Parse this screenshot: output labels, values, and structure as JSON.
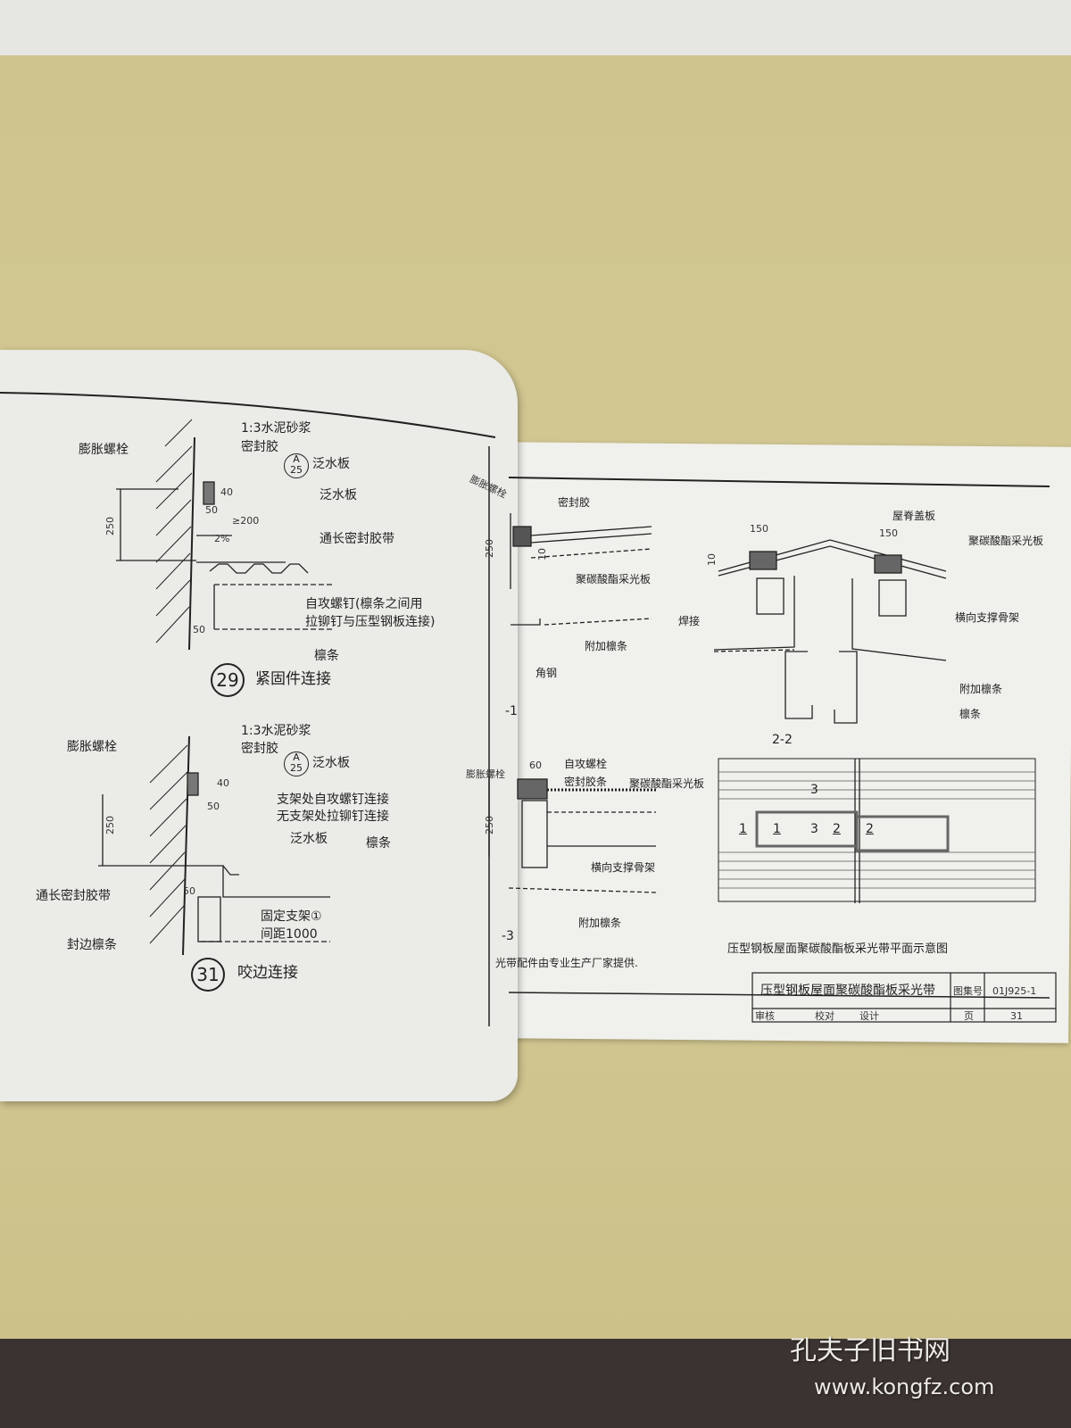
{
  "colors": {
    "board": "#d2c692",
    "page": "#f0f0ec",
    "ink": "#222222",
    "floor": "#3b3331"
  },
  "left_page": {
    "detail29": {
      "labels": [
        "膨胀螺栓",
        "1:3水泥砂浆",
        "密封胶",
        "泛水板",
        "泛水板",
        "通长密封胶带",
        "自攻螺钉(檩条之间用",
        "拉铆钉与压型钢板连接)",
        "檩条"
      ],
      "ref_top": "A",
      "ref_bottom": "25",
      "dims": [
        "40",
        "250",
        "50",
        "≥200",
        "2%",
        "50"
      ],
      "number": "29",
      "title": "紧固件连接"
    },
    "detail31": {
      "labels": [
        "膨胀螺栓",
        "1:3水泥砂浆",
        "密封胶",
        "泛水板",
        "支架处自攻螺钉连接",
        "无支架处拉铆钉连接",
        "泛水板",
        "檩条",
        "通长密封胶带",
        "固定支架①",
        "间距1000",
        "封边檩条"
      ],
      "ref_top": "A",
      "ref_bottom": "25",
      "dims": [
        "40",
        "250",
        "50",
        "50"
      ],
      "number": "31",
      "title": "咬边连接"
    }
  },
  "right_page": {
    "section1": {
      "labels": [
        "膨胀螺栓",
        "密封胶",
        "聚碳酸酯采光板",
        "附加檩条",
        "角钢"
      ],
      "dims": [
        "250",
        "10"
      ],
      "name": "-1"
    },
    "section2": {
      "labels": [
        "屋脊盖板",
        "聚碳酸酯采光板",
        "焊接",
        "横向支撑骨架",
        "附加檩条",
        "檩条"
      ],
      "dims": [
        "150",
        "150",
        "10"
      ],
      "name": "2-2"
    },
    "section3": {
      "labels": [
        "自攻螺栓",
        "膨胀螺栓",
        "密封胶条",
        "聚碳酸酯采光板",
        "横向支撑骨架",
        "附加檩条"
      ],
      "dims": [
        "60",
        "250"
      ],
      "name": "-3"
    },
    "note": "光带配件由专业生产厂家提供.",
    "plan": {
      "marks": [
        "3",
        "1",
        "1",
        "3",
        "2",
        "2"
      ],
      "caption": "压型钢板屋面聚碳酸酯板采光带平面示意图"
    },
    "title_block": {
      "title": "压型钢板屋面聚碳酸酯板采光带",
      "atlas_label": "图集号",
      "atlas_no": "01J925-1",
      "review": "审核",
      "check": "校对",
      "design": "设计",
      "page_label": "页",
      "page_no": "31"
    }
  },
  "watermark": {
    "name": "孔夫子旧书网",
    "url": "www.kongfz.com"
  }
}
